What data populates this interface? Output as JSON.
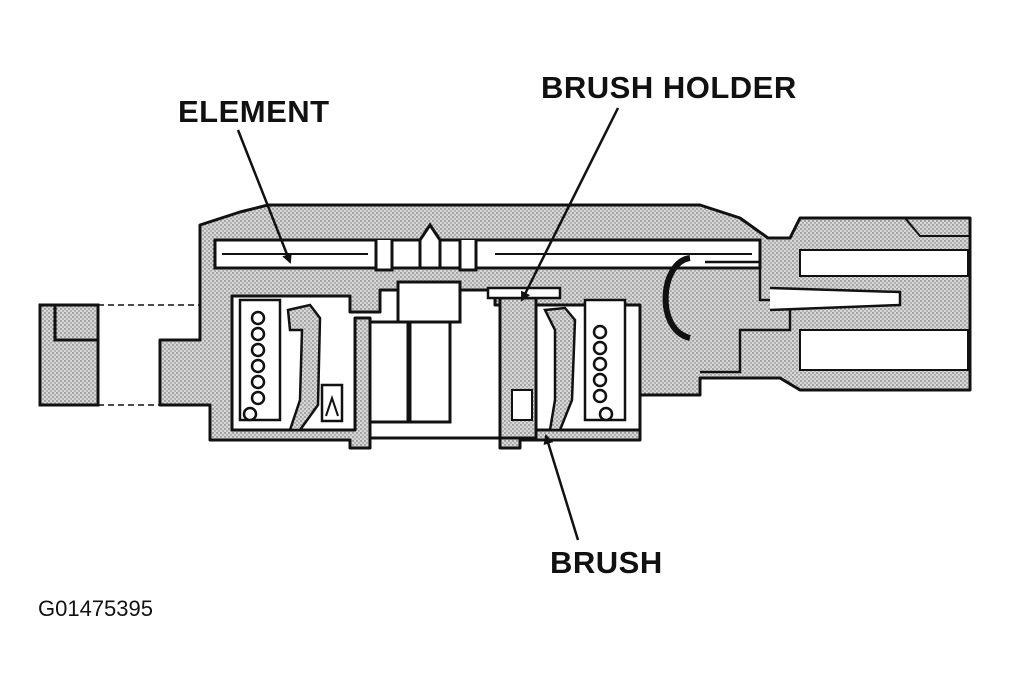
{
  "diagram": {
    "labels": {
      "element": "ELEMENT",
      "brush_holder": "BRUSH HOLDER",
      "brush": "BRUSH"
    },
    "figure_id": "G01475395",
    "colors": {
      "ink": "#111111",
      "shading": "#cfcfcf",
      "background": "#ffffff"
    }
  }
}
